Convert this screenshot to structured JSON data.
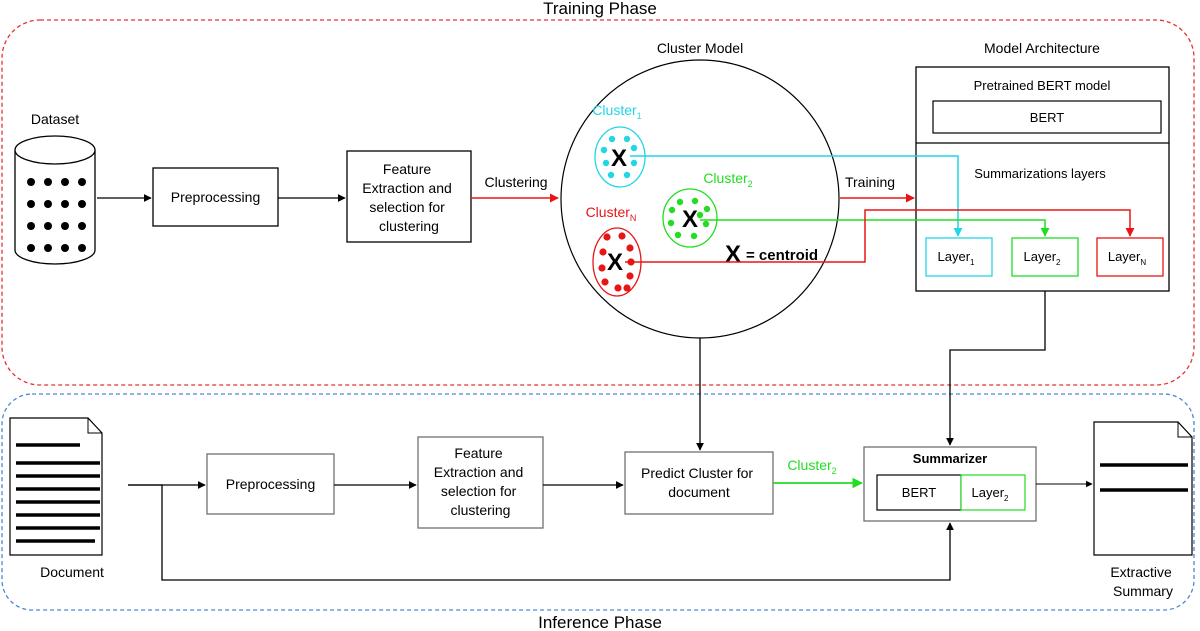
{
  "colors": {
    "training_border": "#e83030",
    "inference_border": "#4f86d6",
    "cyan": "#22d6e6",
    "green": "#22dd22",
    "red": "#e81515",
    "black": "#000000",
    "gray_box": "#707070"
  },
  "phases": {
    "training": "Training Phase",
    "inference": "Inference Phase"
  },
  "training": {
    "dataset_label": "Dataset",
    "preprocessing": "Preprocessing",
    "feature_extraction": [
      "Feature",
      "Extraction and",
      "selection for",
      "clustering"
    ],
    "clustering_label": "Clustering",
    "cluster_model_title": "Cluster Model",
    "cluster_1": {
      "name": "Cluster",
      "sub": "1"
    },
    "cluster_2": {
      "name": "Cluster",
      "sub": "2"
    },
    "cluster_n": {
      "name": "Cluster",
      "sub": "N"
    },
    "centroid_legend": "= centroid",
    "centroid_symbol": "X",
    "training_label": "Training",
    "model_architecture_title": "Model Architecture",
    "pretrained_label": "Pretrained BERT model",
    "bert_label": "BERT",
    "summarization_layers_label": "Summarizations layers",
    "layers": [
      {
        "name": "Layer",
        "sub": "1"
      },
      {
        "name": "Layer",
        "sub": "2"
      },
      {
        "name": "Layer",
        "sub": "N"
      }
    ]
  },
  "inference": {
    "document_label": "Document",
    "preprocessing": "Preprocessing",
    "feature_extraction": [
      "Feature",
      "Extraction and",
      "selection for",
      "clustering"
    ],
    "predict_cluster": [
      "Predict Cluster for",
      "document"
    ],
    "cluster_2": {
      "name": "Cluster",
      "sub": "2"
    },
    "summarizer_title": "Summarizer",
    "bert_label": "BERT",
    "layer_2": {
      "name": "Layer",
      "sub": "2"
    },
    "extractive_summary": [
      "Extractive",
      "Summary"
    ]
  }
}
